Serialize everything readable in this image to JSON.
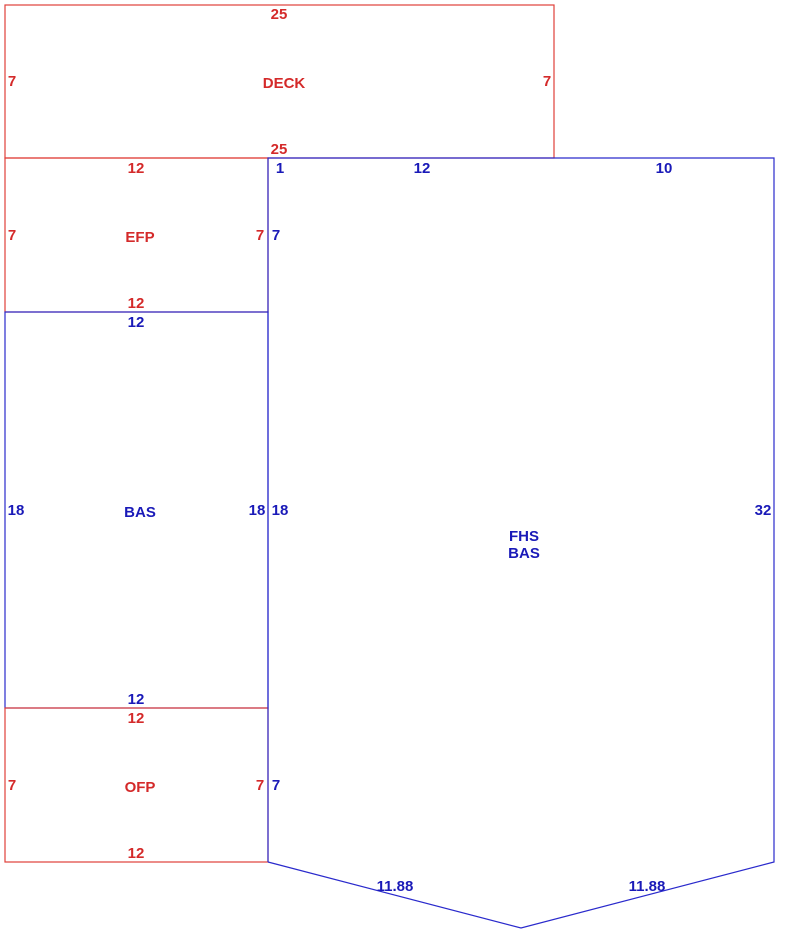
{
  "colors": {
    "addition": "#d42a2a",
    "living": "#1a1ab8"
  },
  "areas": {
    "deck": {
      "label": "DECK",
      "dims": {
        "top": "25",
        "bottom": "25",
        "left": "7",
        "right": "7"
      }
    },
    "efp": {
      "label": "EFP",
      "dims": {
        "top": "12",
        "bottom": "12",
        "left": "7",
        "right": "7"
      }
    },
    "bas_left": {
      "label": "BAS",
      "dims": {
        "top": "12",
        "bottom": "12",
        "left": "18",
        "right": "18"
      }
    },
    "ofp": {
      "label": "OFP",
      "dims": {
        "top": "12",
        "bottom": "12",
        "left": "7",
        "right": "7"
      }
    },
    "fhs_bas": {
      "label_line1": "FHS",
      "label_line2": "BAS",
      "dims": {
        "top_small": "1",
        "top_a": "12",
        "top_b": "10",
        "left_upper": "7",
        "left_mid": "18",
        "left_lower": "7",
        "right": "32",
        "bottom_left": "11.88",
        "bottom_right": "11.88"
      }
    }
  }
}
